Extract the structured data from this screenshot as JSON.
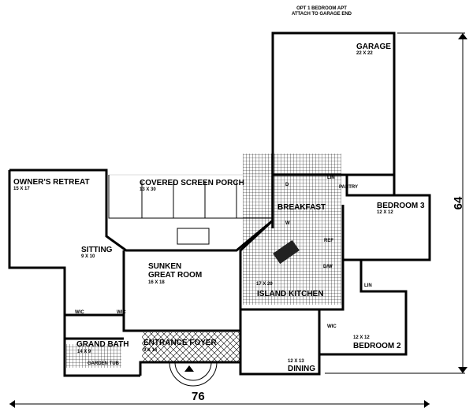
{
  "note": {
    "line1": "OPT 1 BEDROOM APT",
    "line2": "ATTACH TO GARAGE END"
  },
  "rooms": {
    "garage": {
      "name": "GARAGE",
      "size": "22 X 22"
    },
    "owners_retreat": {
      "name": "OWNER'S RETREAT",
      "size": "15 X 17"
    },
    "porch": {
      "name": "COVERED SCREEN PORCH",
      "size": "13 X 30"
    },
    "breakfast": {
      "name": "BREAKFAST"
    },
    "bedroom3": {
      "name": "BEDROOM 3",
      "size": "12 X 12"
    },
    "sitting": {
      "name": "SITTING",
      "size": "9 X 10"
    },
    "great_room": {
      "name1": "SUNKEN",
      "name2": "GREAT ROOM",
      "size": "16 X 18"
    },
    "kitchen": {
      "name": "ISLAND KITCHEN",
      "size": "17 X 20"
    },
    "grand_bath": {
      "name": "GRAND BATH",
      "size": "14 X 9"
    },
    "foyer": {
      "name": "ENTRANCE FOYER",
      "size": "9 X 16"
    },
    "dining": {
      "name": "DINING",
      "size": "12 X 13"
    },
    "bedroom2": {
      "name": "BEDROOM 2",
      "size": "12 X 12"
    }
  },
  "fixtures": {
    "lin": "LIN",
    "pantry": "PANTRY",
    "wic": "WIC",
    "ref": "REF",
    "dw": "D/W",
    "garden_tub": "GARDEN TUB",
    "d": "D",
    "w": "W"
  },
  "dimensions": {
    "width": "76",
    "depth": "64"
  }
}
